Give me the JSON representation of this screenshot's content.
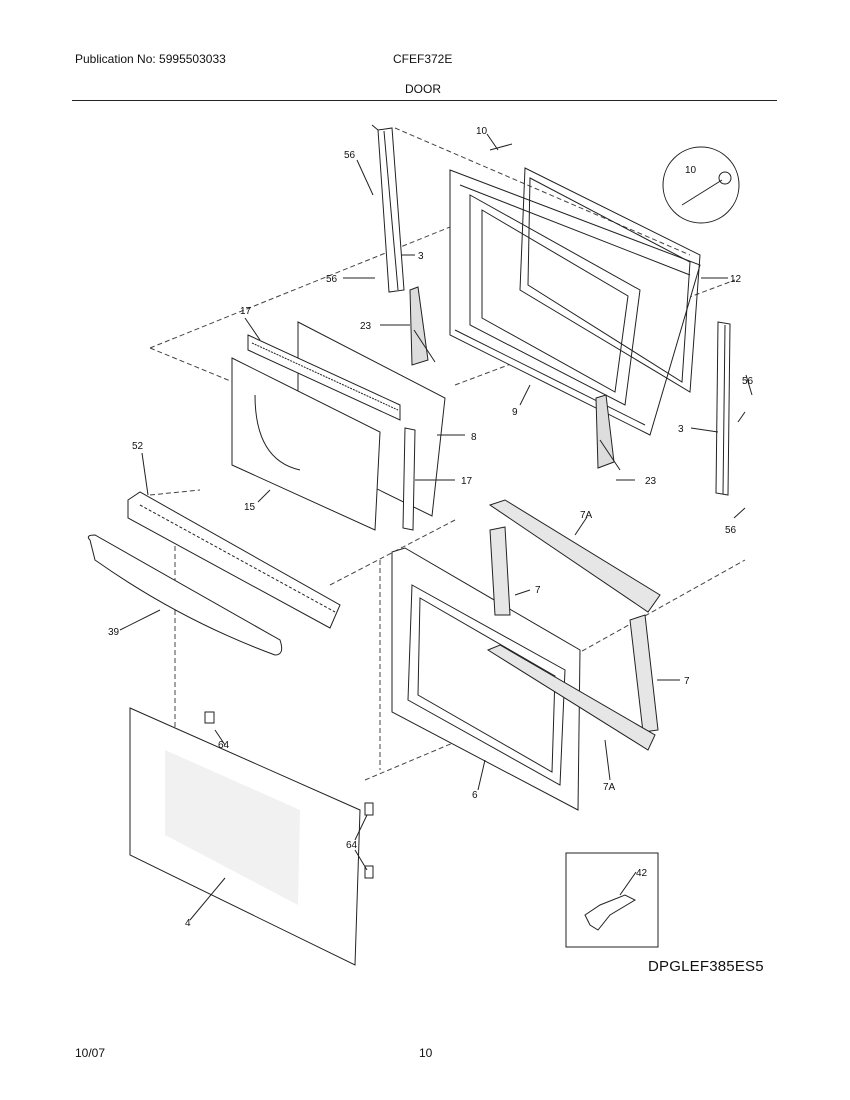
{
  "header": {
    "publication": "Publication No: 5995503033",
    "model": "CFEF372E",
    "section": "DOOR"
  },
  "footer": {
    "date": "10/07",
    "page": "10"
  },
  "diagram_code": "DPGLEF385ES5",
  "callouts": {
    "c10a": "10",
    "c10b": "10",
    "c56a": "56",
    "c56b": "56",
    "c56c": "56",
    "c56d": "56",
    "c3a": "3",
    "c3b": "3",
    "c12": "12",
    "c17a": "17",
    "c17b": "17",
    "c23a": "23",
    "c23b": "23",
    "c9": "9",
    "c8": "8",
    "c15": "15",
    "c52": "52",
    "c39": "39",
    "c7Aa": "7A",
    "c7Ab": "7A",
    "c7a": "7",
    "c7b": "7",
    "c6": "6",
    "c64a": "64",
    "c64b": "64",
    "c4": "4",
    "c42": "42"
  }
}
